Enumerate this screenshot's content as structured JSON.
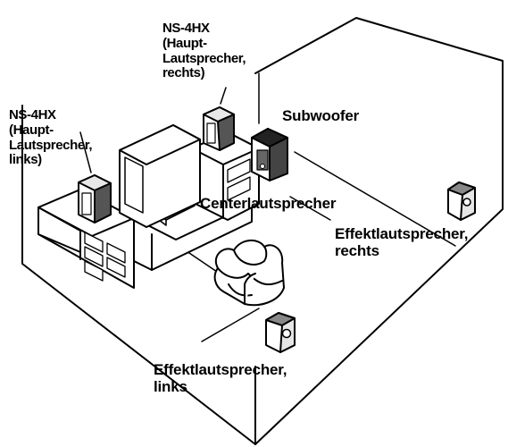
{
  "labels": {
    "main_right": "NS-4HX\n(Haupt-\nLautsprecher,\nrechts)",
    "main_left": "NS-4HX\n(Haupt-\nLautsprecher,\nlinks)",
    "subwoofer": "Subwoofer",
    "center": "Centerlautsprecher",
    "effect_right": "Effektlautsprecher,\nrechts",
    "effect_left": "Effektlautsprecher,\nlinks"
  }
}
